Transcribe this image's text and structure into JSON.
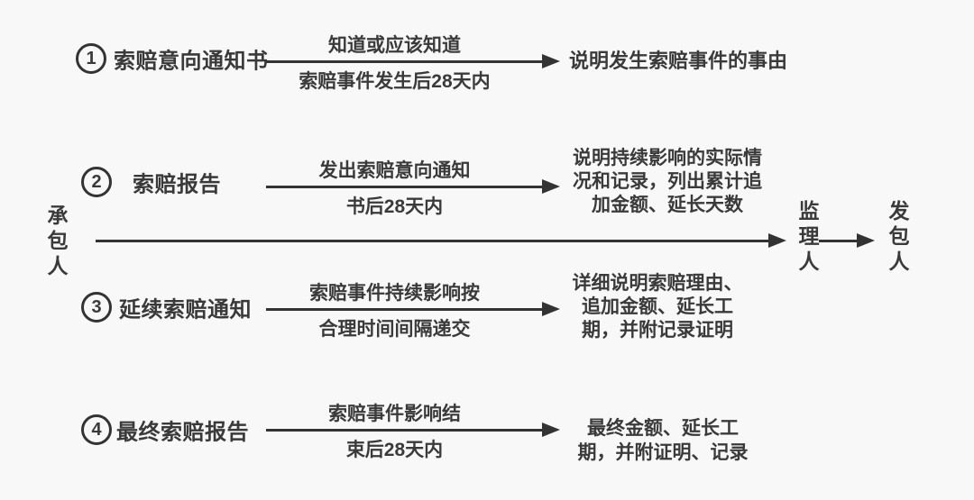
{
  "palette": {
    "background": "#f8f8f8",
    "text": "#3a3a3a",
    "line": "#333333"
  },
  "actors": {
    "contractor": "承包人",
    "supervisor": "监理人",
    "employer": "发包人"
  },
  "steps": [
    {
      "number": "1",
      "title": "索赔意向通知书",
      "arrow_label_top": "知道或应该知道",
      "arrow_label_bottom": "索赔事件发生后28天内",
      "result_lines": [
        "说明发生索赔事件的事由"
      ]
    },
    {
      "number": "2",
      "title": "索赔报告",
      "arrow_label_top": "发出索赔意向通知",
      "arrow_label_bottom": "书后28天内",
      "result_lines": [
        "说明持续影响的实际情",
        "况和记录，列出累计追",
        "加金额、延长天数"
      ]
    },
    {
      "number": "3",
      "title": "延续索赔通知",
      "arrow_label_top": "索赔事件持续影响按",
      "arrow_label_bottom": "合理时间间隔递交",
      "result_lines": [
        "详细说明索赔理由、",
        "追加金额、延长工",
        "期，并附记录证明"
      ]
    },
    {
      "number": "4",
      "title": "最终索赔报告",
      "arrow_label_top": "索赔事件影响结",
      "arrow_label_bottom": "束后28天内",
      "result_lines": [
        "最终金额、延长工",
        "期，并附证明、记录"
      ]
    }
  ]
}
